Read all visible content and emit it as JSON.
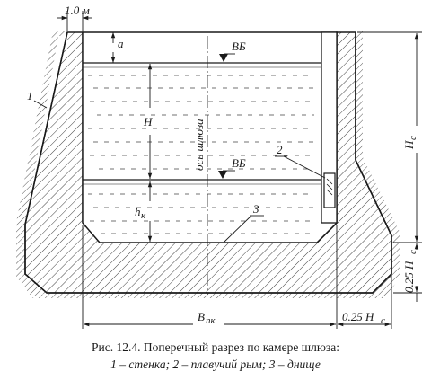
{
  "labels": {
    "top_width": "1.0 м",
    "a": "a",
    "vb_upper": "ВБ",
    "vb_lower": "ВБ",
    "H": "H",
    "axis": "ось шлюза",
    "hk_main": "h",
    "hk_sub": "к",
    "bpk_main": "B",
    "bpk_sub": "пк",
    "hc_main": "H",
    "hc_sub": "c",
    "hc_side": "0.25 H",
    "hc_bottom": "0.25 H",
    "callout_1": "1",
    "callout_2": "2",
    "callout_3": "3"
  },
  "caption": {
    "line1": "Рис. 12.4. Поперечный разрез по камере шлюза:",
    "line2": "1 – стенка; 2 – плавучий рым; 3 – днище"
  }
}
